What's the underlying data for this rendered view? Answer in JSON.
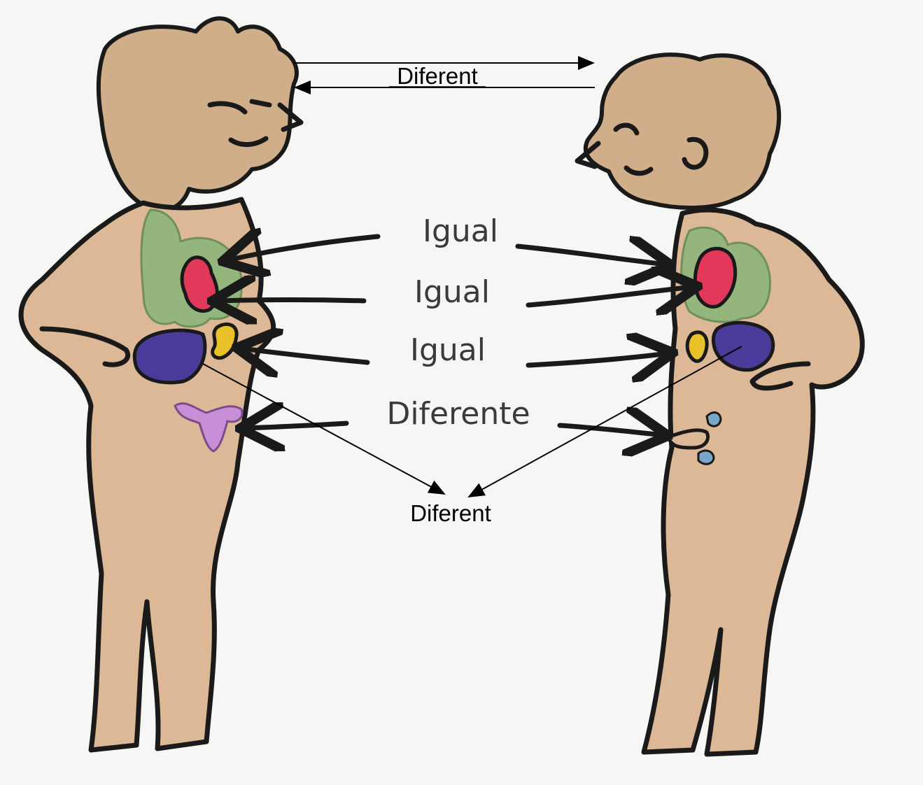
{
  "labels": {
    "top_label": "Diferent",
    "lungs_label": "Igual",
    "heart_label": "Igual",
    "liver_label": "Igual",
    "reproductive_label": "Diferente",
    "bottom_label": "Diferent"
  },
  "colors": {
    "background": "#f6f6f4",
    "skin": "#dcb896",
    "lungs": "#94b67c",
    "heart": "#e2385a",
    "kidney": "#e9c229",
    "stomach": "#4a3b9a",
    "female_reproductive": "#c98fd6",
    "male_reproductive": "#7aa6c8"
  }
}
